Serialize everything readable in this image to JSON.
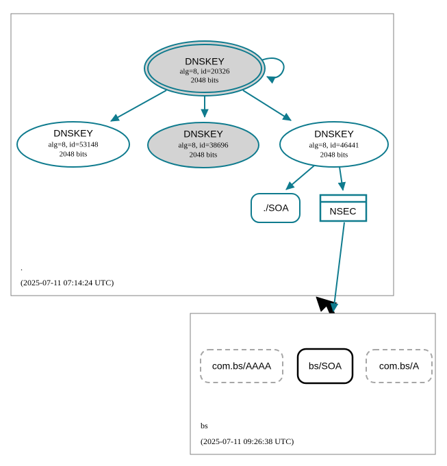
{
  "diagram": {
    "type": "dnssec-authentication-chain",
    "colors": {
      "teal": "#0f7b8e",
      "gray_fill": "#d3d3d3",
      "white_fill": "#ffffff",
      "cluster_border": "#808080",
      "dashed_gray": "#a6a6a6",
      "black": "#000000"
    }
  },
  "zones": [
    {
      "id": "root",
      "name": ".",
      "timestamp": "(2025-07-11 07:14:24 UTC)"
    },
    {
      "id": "bs",
      "name": "bs",
      "timestamp": "(2025-07-11 09:26:38 UTC)"
    }
  ],
  "root_zone": {
    "ksk": {
      "title": "DNSKEY",
      "line2": "alg=8, id=20326",
      "line3": "2048 bits",
      "shape": "doubleellipse",
      "fill": "#d3d3d3",
      "self_signed": true
    },
    "zsks": [
      {
        "title": "DNSKEY",
        "line2": "alg=8, id=53148",
        "line3": "2048 bits",
        "shape": "ellipse",
        "fill": "#ffffff"
      },
      {
        "title": "DNSKEY",
        "line2": "alg=8, id=38696",
        "line3": "2048 bits",
        "shape": "ellipse",
        "fill": "#d3d3d3"
      },
      {
        "title": "DNSKEY",
        "line2": "alg=8, id=46441",
        "line3": "2048 bits",
        "shape": "ellipse",
        "fill": "#ffffff"
      }
    ],
    "rrsets": [
      {
        "label": "./SOA",
        "shape": "rounded-rect",
        "stroke": "#0f7b8e"
      },
      {
        "label": "NSEC",
        "shape": "record-rect",
        "stroke": "#0f7b8e"
      }
    ]
  },
  "bs_zone": {
    "rrsets": [
      {
        "label": "com.bs/AAAA",
        "shape": "rounded-rect",
        "style": "dashed",
        "stroke": "#a6a6a6"
      },
      {
        "label": "bs/SOA",
        "shape": "rounded-rect",
        "style": "solid",
        "stroke": "#000000"
      },
      {
        "label": "com.bs/A",
        "shape": "rounded-rect",
        "style": "dashed",
        "stroke": "#a6a6a6"
      }
    ]
  }
}
